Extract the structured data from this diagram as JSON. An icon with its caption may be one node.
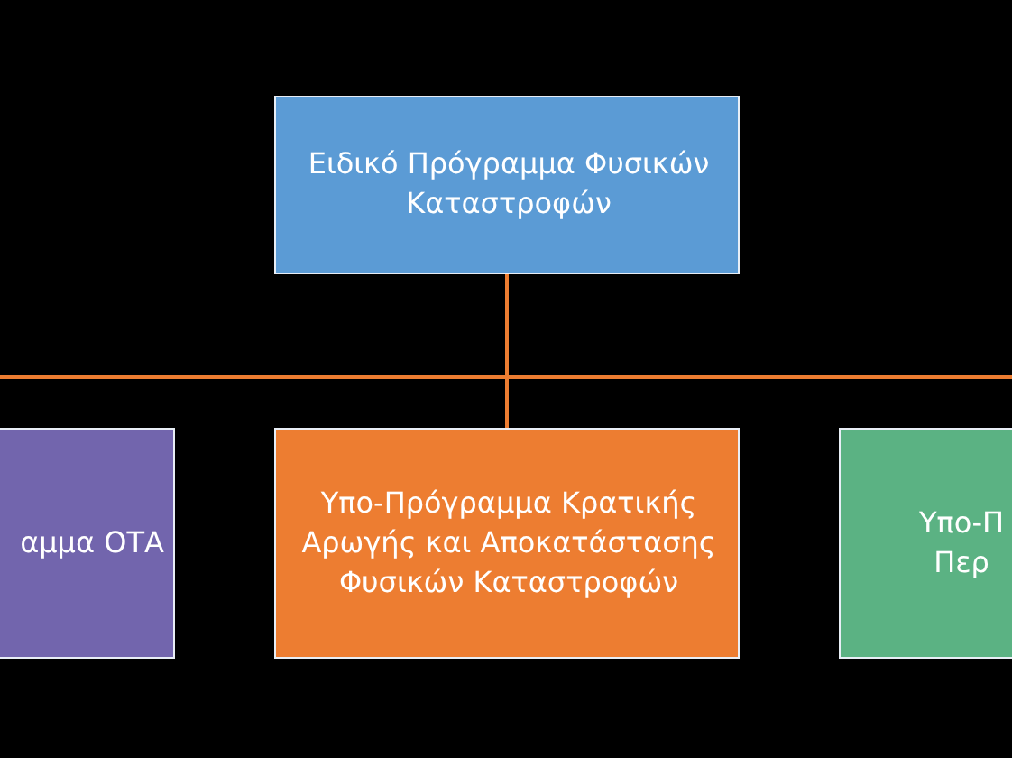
{
  "diagram": {
    "nodes": [
      {
        "text": [
          "Ειδικό Πρόγραμμα Φυσικών Καταστροφών"
        ]
      },
      {
        "text": [
          "αμμα ΟΤΑ"
        ]
      },
      {
        "text": [
          "Υπο-Πρόγραμμα Κρατικής  Αρωγής και Αποκατάστασης Φυσικών Καταστροφών"
        ]
      },
      {
        "text": [
          "Υπο-Π Περ"
        ]
      }
    ],
    "edges": [
      {
        "from": 0,
        "to": 1,
        "arrow": "none"
      },
      {
        "from": 0,
        "to": 2,
        "arrow": "none"
      },
      {
        "from": 0,
        "to": 3,
        "arrow": "none"
      }
    ]
  }
}
